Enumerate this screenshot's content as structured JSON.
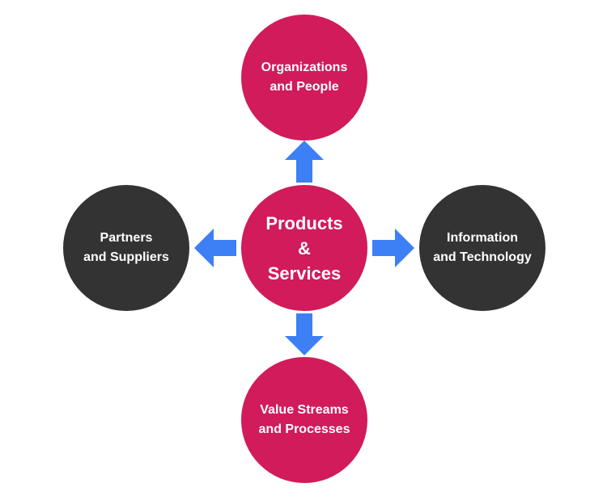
{
  "diagram": {
    "center": {
      "lines": [
        "Products",
        "&",
        "Services"
      ],
      "color": "#d11b5b"
    },
    "top": {
      "lines": [
        "Organizations",
        "and People"
      ],
      "color": "#d11b5b"
    },
    "bottom": {
      "lines": [
        "Value Streams",
        "and Processes"
      ],
      "color": "#d11b5b"
    },
    "left": {
      "lines": [
        "Partners",
        "and Suppliers"
      ],
      "color": "#333333"
    },
    "right": {
      "lines": [
        "Information",
        "and Technology"
      ],
      "color": "#333333"
    },
    "arrow_color": "#3d7ff5"
  }
}
